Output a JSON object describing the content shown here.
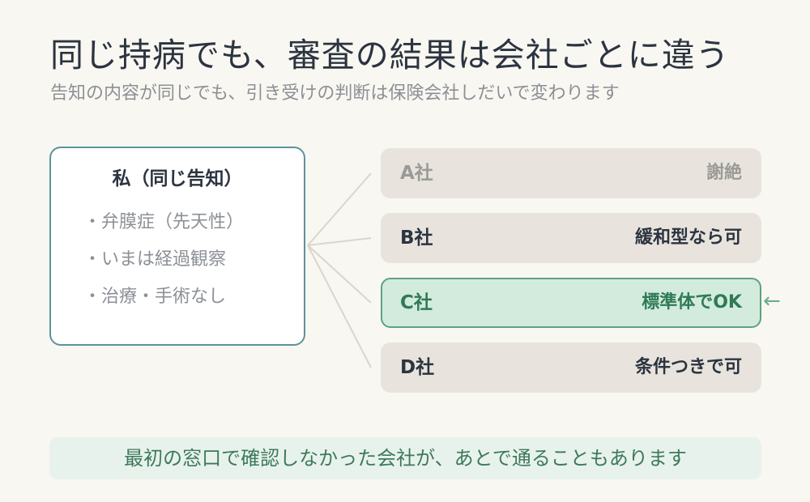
{
  "header": {
    "title": "同じ持病でも、審査の結果は会社ごとに違う",
    "subtitle": "告知の内容が同じでも、引き受けの判断は保険会社しだいで変わります"
  },
  "me": {
    "title": "私（同じ告知）",
    "items": [
      "・弁膜症（先天性）",
      "・いまは経過観察",
      "・治療・手術なし"
    ]
  },
  "companies": [
    {
      "name": "A社",
      "result": "謝絶"
    },
    {
      "name": "B社",
      "result": "緩和型なら可"
    },
    {
      "name": "C社",
      "result": "標準体でOK"
    },
    {
      "name": "D社",
      "result": "条件つきで可"
    }
  ],
  "highlight_marker": "←",
  "footer_note": "最初の窓口で確認しなかった会社が、あとで通ることもあります",
  "colors": {
    "background": "#f9f7f1",
    "card_border": "#5b939c",
    "company_bg": "#e8e4dd",
    "highlight_bg": "#d2ebdd",
    "highlight_border": "#5ca37d",
    "highlight_text": "#2f7a55",
    "note_bg": "#e8f2ec"
  }
}
